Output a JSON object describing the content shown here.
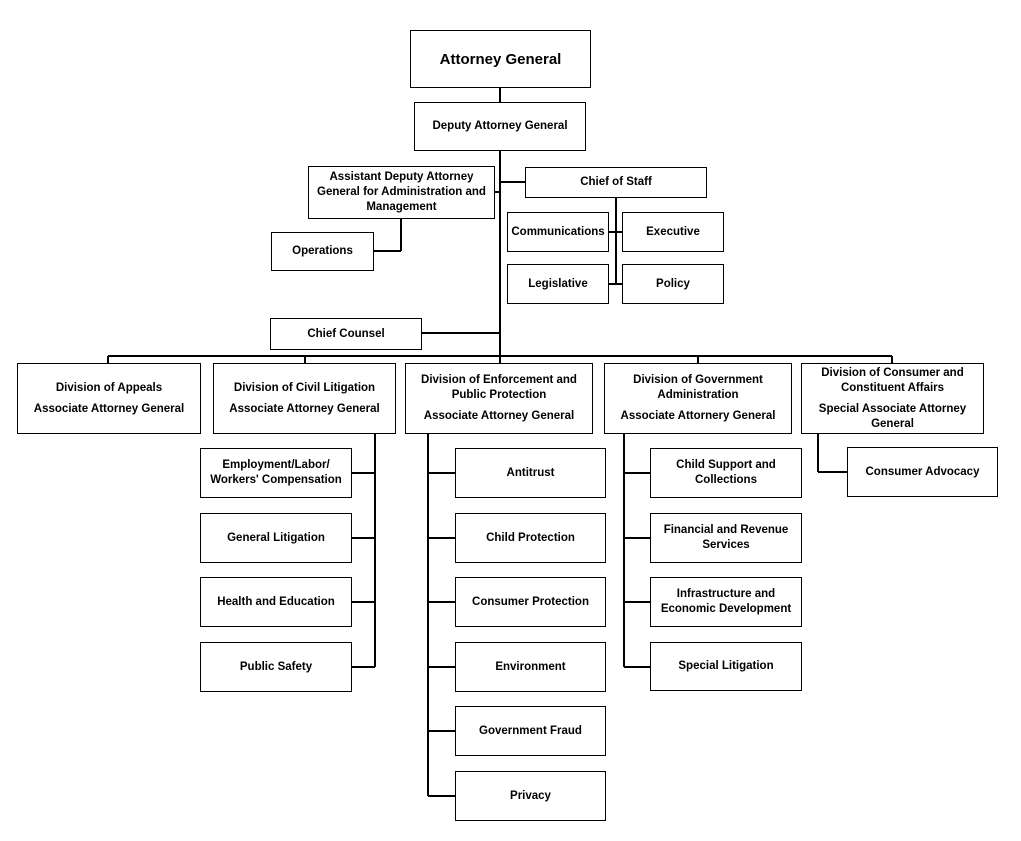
{
  "colors": {
    "border": "#000000",
    "background": "#ffffff",
    "text": "#000000"
  },
  "org": {
    "attorney_general": "Attorney General",
    "deputy_attorney_general": "Deputy Attorney General",
    "assistant_deputy_ag": "Assistant Deputy Attorney General for Administration and Management",
    "operations": "Operations",
    "chief_of_staff": "Chief of Staff",
    "staff_offices": {
      "communications": "Communications",
      "executive": "Executive",
      "legislative": "Legislative",
      "policy": "Policy"
    },
    "chief_counsel": "Chief Counsel",
    "divisions": {
      "appeals": {
        "name": "Division of Appeals",
        "head": "Associate Attorney General"
      },
      "civil_litigation": {
        "name": "Division of Civil Litigation",
        "head": "Associate Attorney General",
        "units": {
          "employment_labor": "Employment/Labor/ Workers' Compensation",
          "general_litigation": "General Litigation",
          "health_education": "Health and Education",
          "public_safety": "Public Safety"
        }
      },
      "enforcement": {
        "name": "Division of Enforcement and Public Protection",
        "head": "Associate Attorney General",
        "units": {
          "antitrust": "Antitrust",
          "child_protection": "Child Protection",
          "consumer_protection": "Consumer Protection",
          "environment": "Environment",
          "government_fraud": "Government Fraud",
          "privacy": "Privacy"
        }
      },
      "government_administration": {
        "name": "Division of Government Administration",
        "head": "Associate Attornery General",
        "units": {
          "child_support": "Child Support and Collections",
          "financial_revenue": "Financial and Revenue Services",
          "infrastructure": "Infrastructure and Economic Development",
          "special_litigation": "Special Litigation"
        }
      },
      "consumer_constituent": {
        "name": "Division of Consumer and Constituent Affairs",
        "head": "Special Associate Attorney General",
        "units": {
          "consumer_advocacy": "Consumer Advocacy"
        }
      }
    }
  }
}
